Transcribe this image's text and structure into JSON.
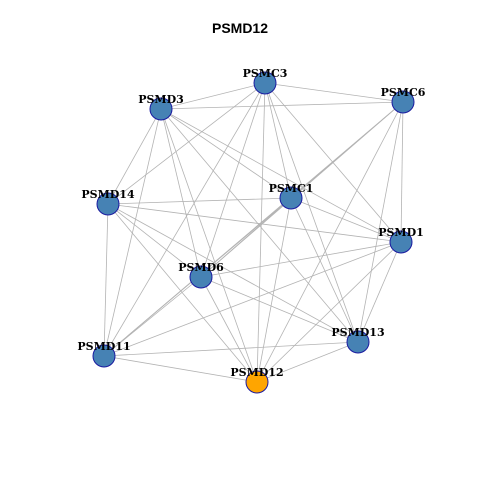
{
  "title": "PSMD12",
  "colors": {
    "node_default": "#4682B4",
    "node_highlight": "#FFA500",
    "node_border": "#1A1AA0",
    "edge": "#B3B3B3"
  },
  "nodes": [
    {
      "id": "PSMC3",
      "label": "PSMC3",
      "highlight": false
    },
    {
      "id": "PSMC6",
      "label": "PSMC6",
      "highlight": false
    },
    {
      "id": "PSMD3",
      "label": "PSMD3",
      "highlight": false
    },
    {
      "id": "PSMD14",
      "label": "PSMD14",
      "highlight": false
    },
    {
      "id": "PSMC1",
      "label": "PSMC1",
      "highlight": false
    },
    {
      "id": "PSMD1",
      "label": "PSMD1",
      "highlight": false
    },
    {
      "id": "PSMD6",
      "label": "PSMD6",
      "highlight": false
    },
    {
      "id": "PSMD13",
      "label": "PSMD13",
      "highlight": false
    },
    {
      "id": "PSMD11",
      "label": "PSMD11",
      "highlight": false
    },
    {
      "id": "PSMD12",
      "label": "PSMD12",
      "highlight": true
    }
  ],
  "edges": [
    [
      "PSMC3",
      "PSMC6"
    ],
    [
      "PSMC3",
      "PSMD3"
    ],
    [
      "PSMC3",
      "PSMD14"
    ],
    [
      "PSMC3",
      "PSMC1"
    ],
    [
      "PSMC3",
      "PSMD1"
    ],
    [
      "PSMC3",
      "PSMD6"
    ],
    [
      "PSMC3",
      "PSMD13"
    ],
    [
      "PSMC3",
      "PSMD11"
    ],
    [
      "PSMC3",
      "PSMD12"
    ],
    [
      "PSMC6",
      "PSMD3"
    ],
    [
      "PSMC6",
      "PSMC1"
    ],
    [
      "PSMC6",
      "PSMD1"
    ],
    [
      "PSMC6",
      "PSMD6"
    ],
    [
      "PSMC6",
      "PSMD13"
    ],
    [
      "PSMC6",
      "PSMD11"
    ],
    [
      "PSMC6",
      "PSMD12"
    ],
    [
      "PSMD3",
      "PSMD14"
    ],
    [
      "PSMD3",
      "PSMC1"
    ],
    [
      "PSMD3",
      "PSMD1"
    ],
    [
      "PSMD3",
      "PSMD6"
    ],
    [
      "PSMD3",
      "PSMD13"
    ],
    [
      "PSMD3",
      "PSMD11"
    ],
    [
      "PSMD3",
      "PSMD12"
    ],
    [
      "PSMD14",
      "PSMC1"
    ],
    [
      "PSMD14",
      "PSMD1"
    ],
    [
      "PSMD14",
      "PSMD6"
    ],
    [
      "PSMD14",
      "PSMD13"
    ],
    [
      "PSMD14",
      "PSMD11"
    ],
    [
      "PSMD14",
      "PSMD12"
    ],
    [
      "PSMC1",
      "PSMD1"
    ],
    [
      "PSMC1",
      "PSMD6"
    ],
    [
      "PSMC1",
      "PSMD13"
    ],
    [
      "PSMC1",
      "PSMD11"
    ],
    [
      "PSMC1",
      "PSMD12"
    ],
    [
      "PSMD1",
      "PSMD6"
    ],
    [
      "PSMD1",
      "PSMD13"
    ],
    [
      "PSMD1",
      "PSMD11"
    ],
    [
      "PSMD1",
      "PSMD12"
    ],
    [
      "PSMD6",
      "PSMD13"
    ],
    [
      "PSMD6",
      "PSMD11"
    ],
    [
      "PSMD6",
      "PSMD12"
    ],
    [
      "PSMD13",
      "PSMD11"
    ],
    [
      "PSMD13",
      "PSMD12"
    ],
    [
      "PSMD11",
      "PSMD12"
    ]
  ]
}
